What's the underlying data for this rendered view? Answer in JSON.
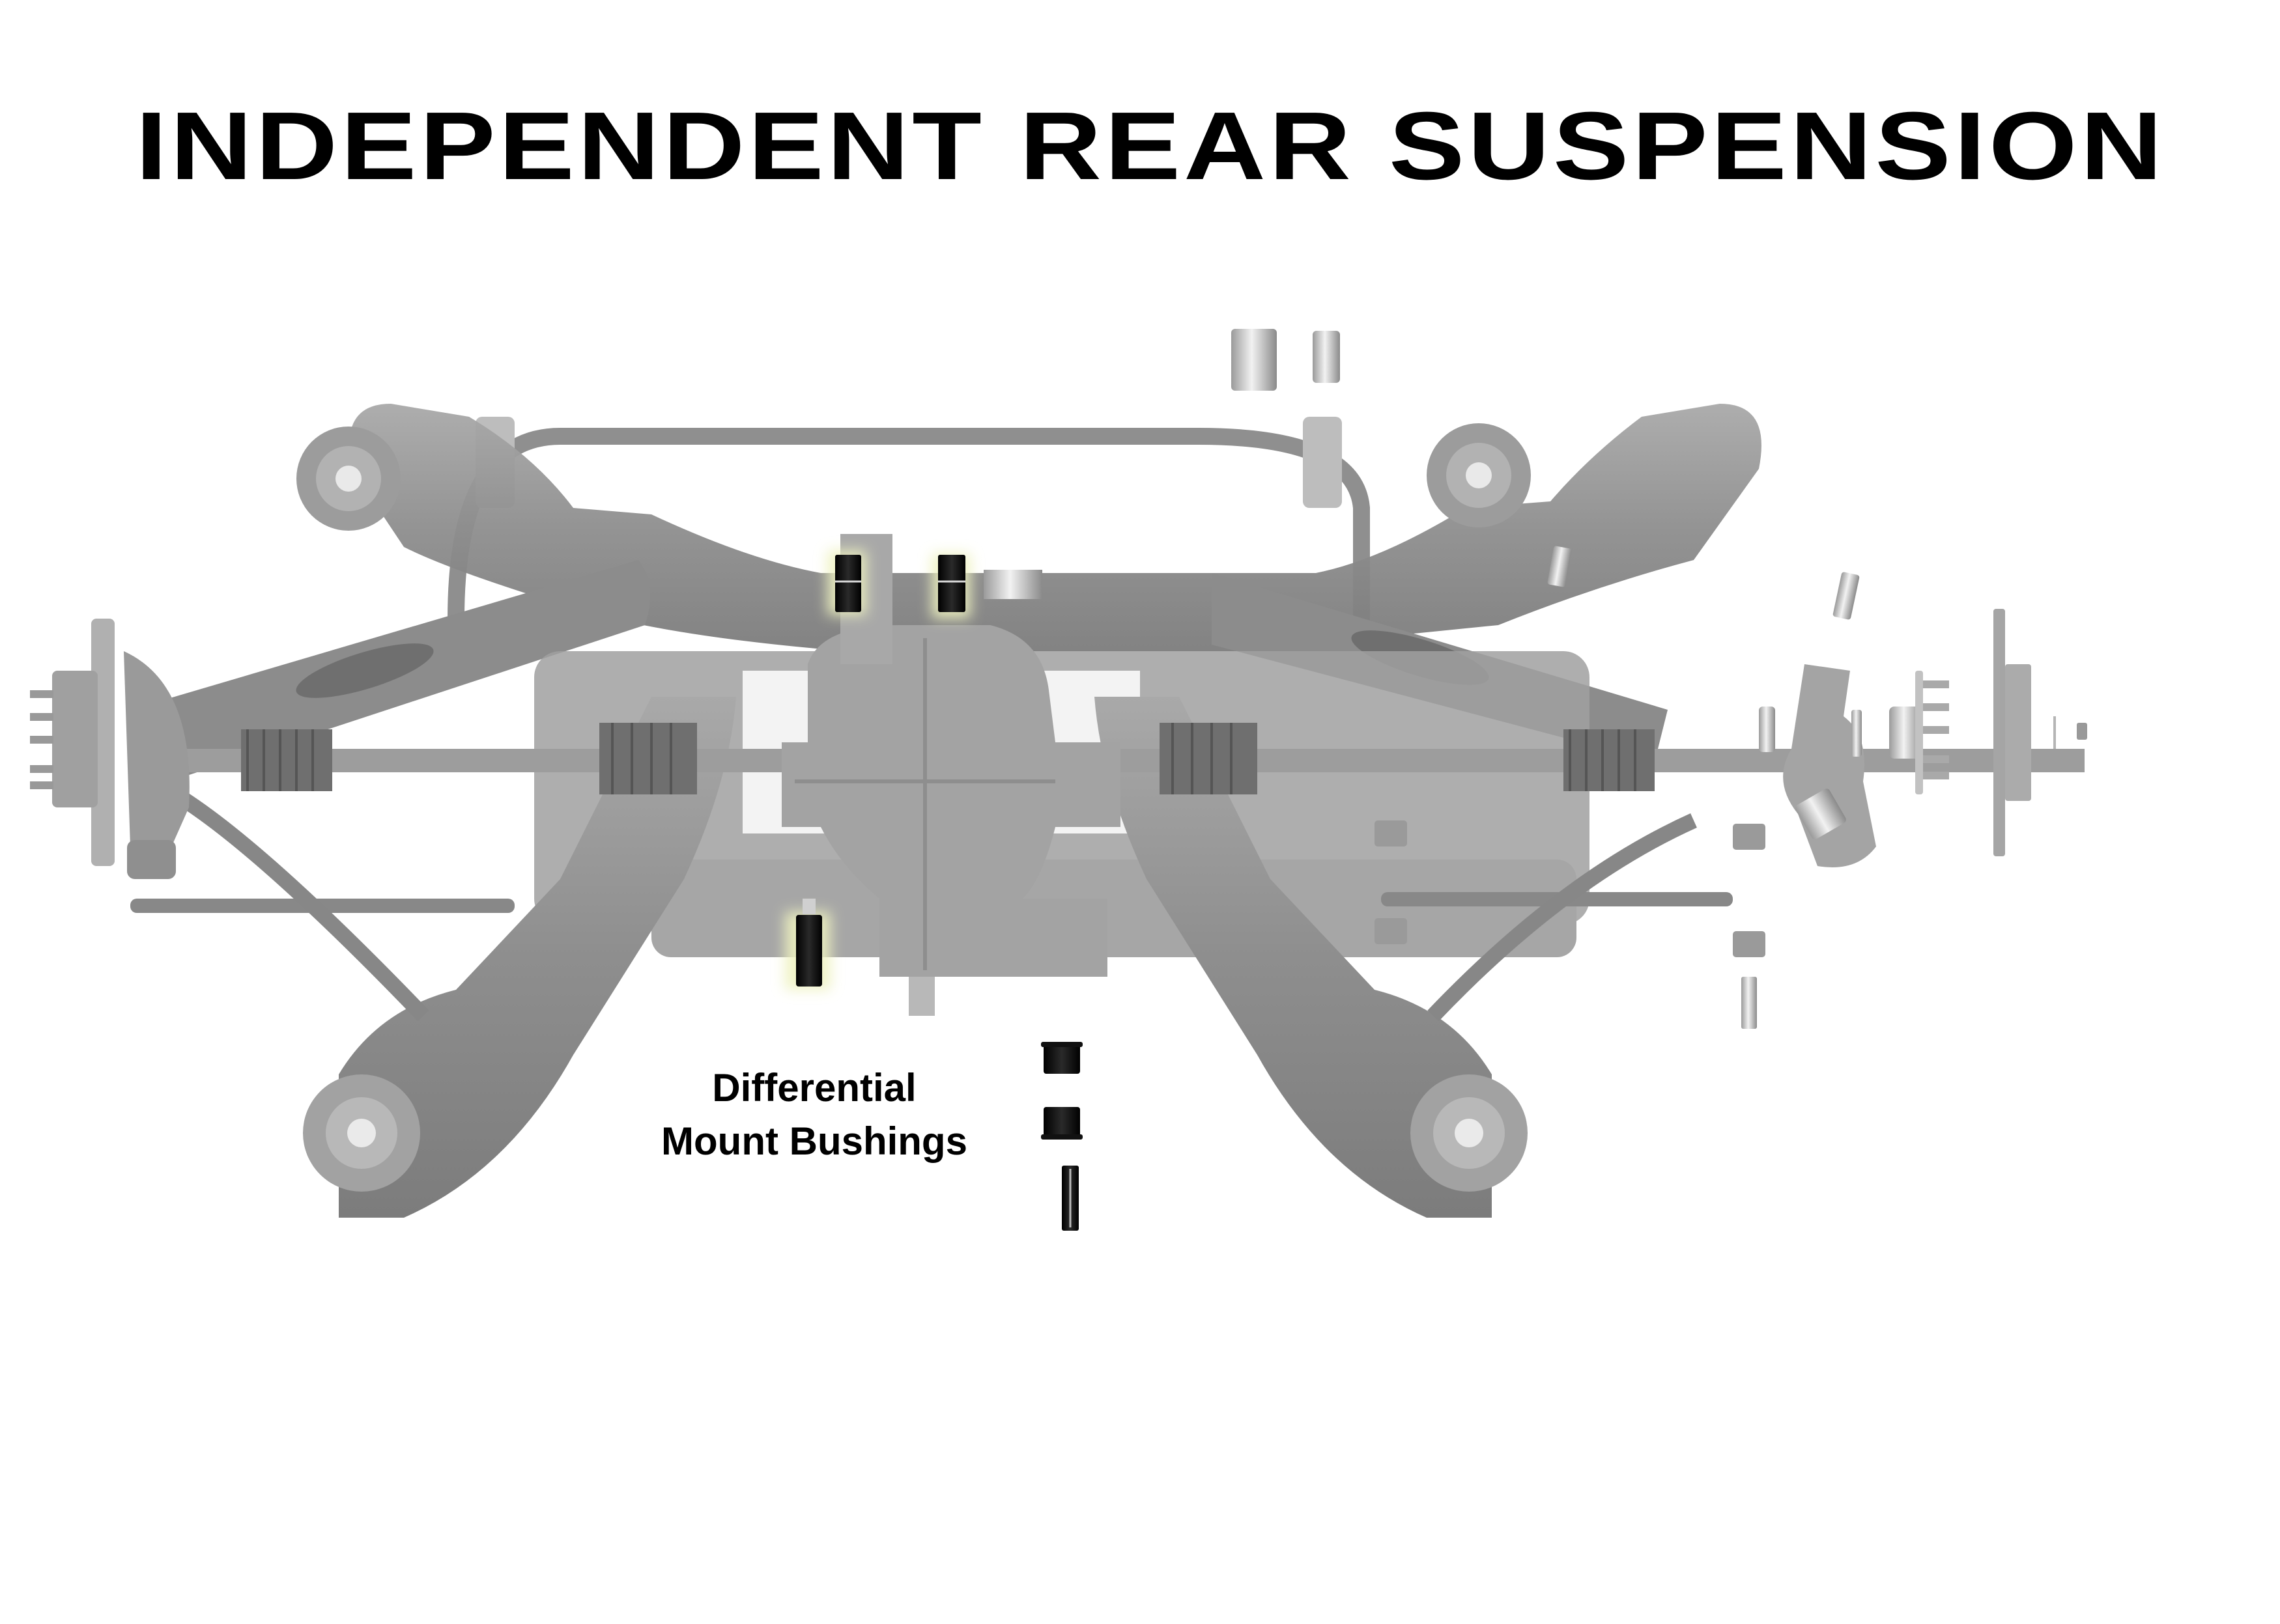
{
  "diagram": {
    "title": "INDEPENDENT REAR SUSPENSION",
    "callout": {
      "line1": "Differential",
      "line2": "Mount Bushings"
    },
    "colors": {
      "background": "#ffffff",
      "title_text": "#000000",
      "assembly_gray": "#8a8a8a",
      "assembly_light": "#b5b5b5",
      "assembly_dark": "#6e6e6e",
      "highlight_bushing": "#0a0a0a",
      "highlight_glow": "#e8ecc8",
      "metal_sleeve": "#c9c9c9"
    },
    "components": [
      {
        "name": "rear subframe crossmember",
        "highlighted": false
      },
      {
        "name": "sway bar",
        "highlighted": false
      },
      {
        "name": "differential housing",
        "highlighted": false
      },
      {
        "name": "left lower control arm",
        "highlighted": false
      },
      {
        "name": "right lower control arm",
        "highlighted": false
      },
      {
        "name": "left upper control arm",
        "highlighted": false
      },
      {
        "name": "right upper control arm",
        "highlighted": false
      },
      {
        "name": "left half shaft with CV boots",
        "highlighted": false
      },
      {
        "name": "right half shaft with CV boots",
        "highlighted": false
      },
      {
        "name": "left hub and brake rotor",
        "highlighted": false
      },
      {
        "name": "toe link",
        "highlighted": false
      },
      {
        "name": "upper differential mount bushings",
        "highlighted": true
      },
      {
        "name": "lower differential mount bushing (installed)",
        "highlighted": true
      },
      {
        "name": "differential mount bushings (exploded pair)",
        "highlighted": true
      },
      {
        "name": "differential mount sleeve (exploded)",
        "highlighted": true
      },
      {
        "name": "exploded knuckle",
        "highlighted": false
      },
      {
        "name": "exploded wheel bearing",
        "highlighted": false
      },
      {
        "name": "exploded hub with studs",
        "highlighted": false
      },
      {
        "name": "exploded brake rotor",
        "highlighted": false
      },
      {
        "name": "exploded washer and axle nut",
        "highlighted": false
      }
    ]
  }
}
